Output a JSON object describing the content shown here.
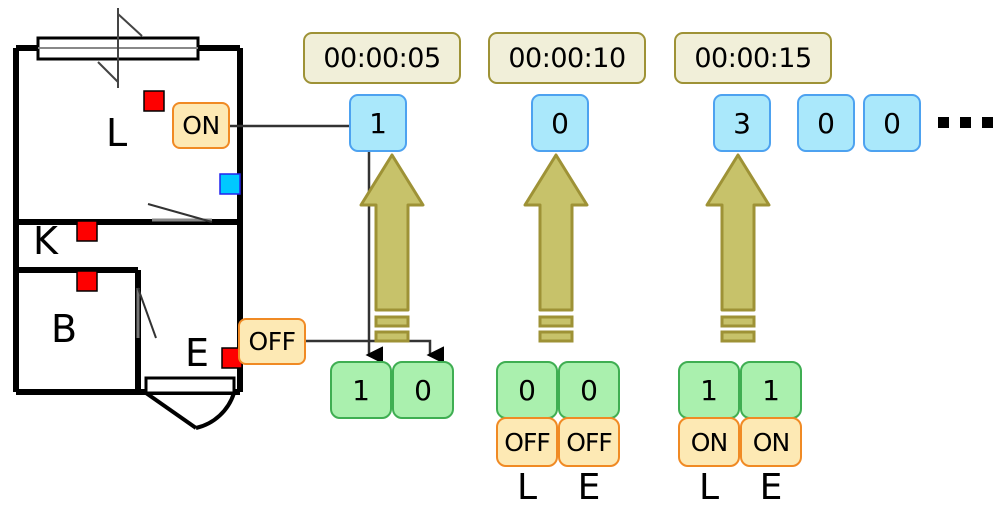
{
  "floorplan": {
    "rooms": [
      {
        "id": "living",
        "label": "L"
      },
      {
        "id": "kitchen",
        "label": "K"
      },
      {
        "id": "bath",
        "label": "B"
      },
      {
        "id": "entrance",
        "label": "E"
      }
    ],
    "sensors": {
      "motion_label": "red-motion-sensor",
      "door_label": "blue-door-sensor",
      "red_count": 4,
      "blue_count": 1
    },
    "annotations": [
      {
        "id": "living-state",
        "label": "ON"
      },
      {
        "id": "entrance-state",
        "label": "OFF"
      }
    ]
  },
  "timeline": {
    "timestamps": [
      {
        "id": "t1",
        "label": "00:00:05"
      },
      {
        "id": "t2",
        "label": "00:00:10"
      },
      {
        "id": "t3",
        "label": "00:00:15"
      }
    ],
    "counts": [
      {
        "id": "c1",
        "value": "1"
      },
      {
        "id": "c2",
        "value": "0"
      },
      {
        "id": "c3",
        "value": "3"
      },
      {
        "id": "c4",
        "value": "0"
      },
      {
        "id": "c5",
        "value": "0"
      }
    ],
    "ellipsis": "...",
    "groups": [
      {
        "id": "g1",
        "cells": [
          {
            "value": "1",
            "state": null,
            "device": null
          },
          {
            "value": "0",
            "state": null,
            "device": null
          }
        ]
      },
      {
        "id": "g2",
        "cells": [
          {
            "value": "0",
            "state": "OFF",
            "device": "L"
          },
          {
            "value": "0",
            "state": "OFF",
            "device": "E"
          }
        ]
      },
      {
        "id": "g3",
        "cells": [
          {
            "value": "1",
            "state": "ON",
            "device": "L"
          },
          {
            "value": "1",
            "state": "ON",
            "device": "E"
          }
        ]
      }
    ]
  },
  "colors": {
    "arrow_fill": "#c7c26a",
    "arrow_stroke": "#9e9236",
    "timestamp_fill": "#f1efd9",
    "blue_fill": "#aae8fb",
    "green_fill": "#aaf0ae",
    "orange_fill": "#fde9b4",
    "motion_sensor": "#fe0000",
    "door_sensor": "#00c8ff",
    "wall": "#000000"
  }
}
